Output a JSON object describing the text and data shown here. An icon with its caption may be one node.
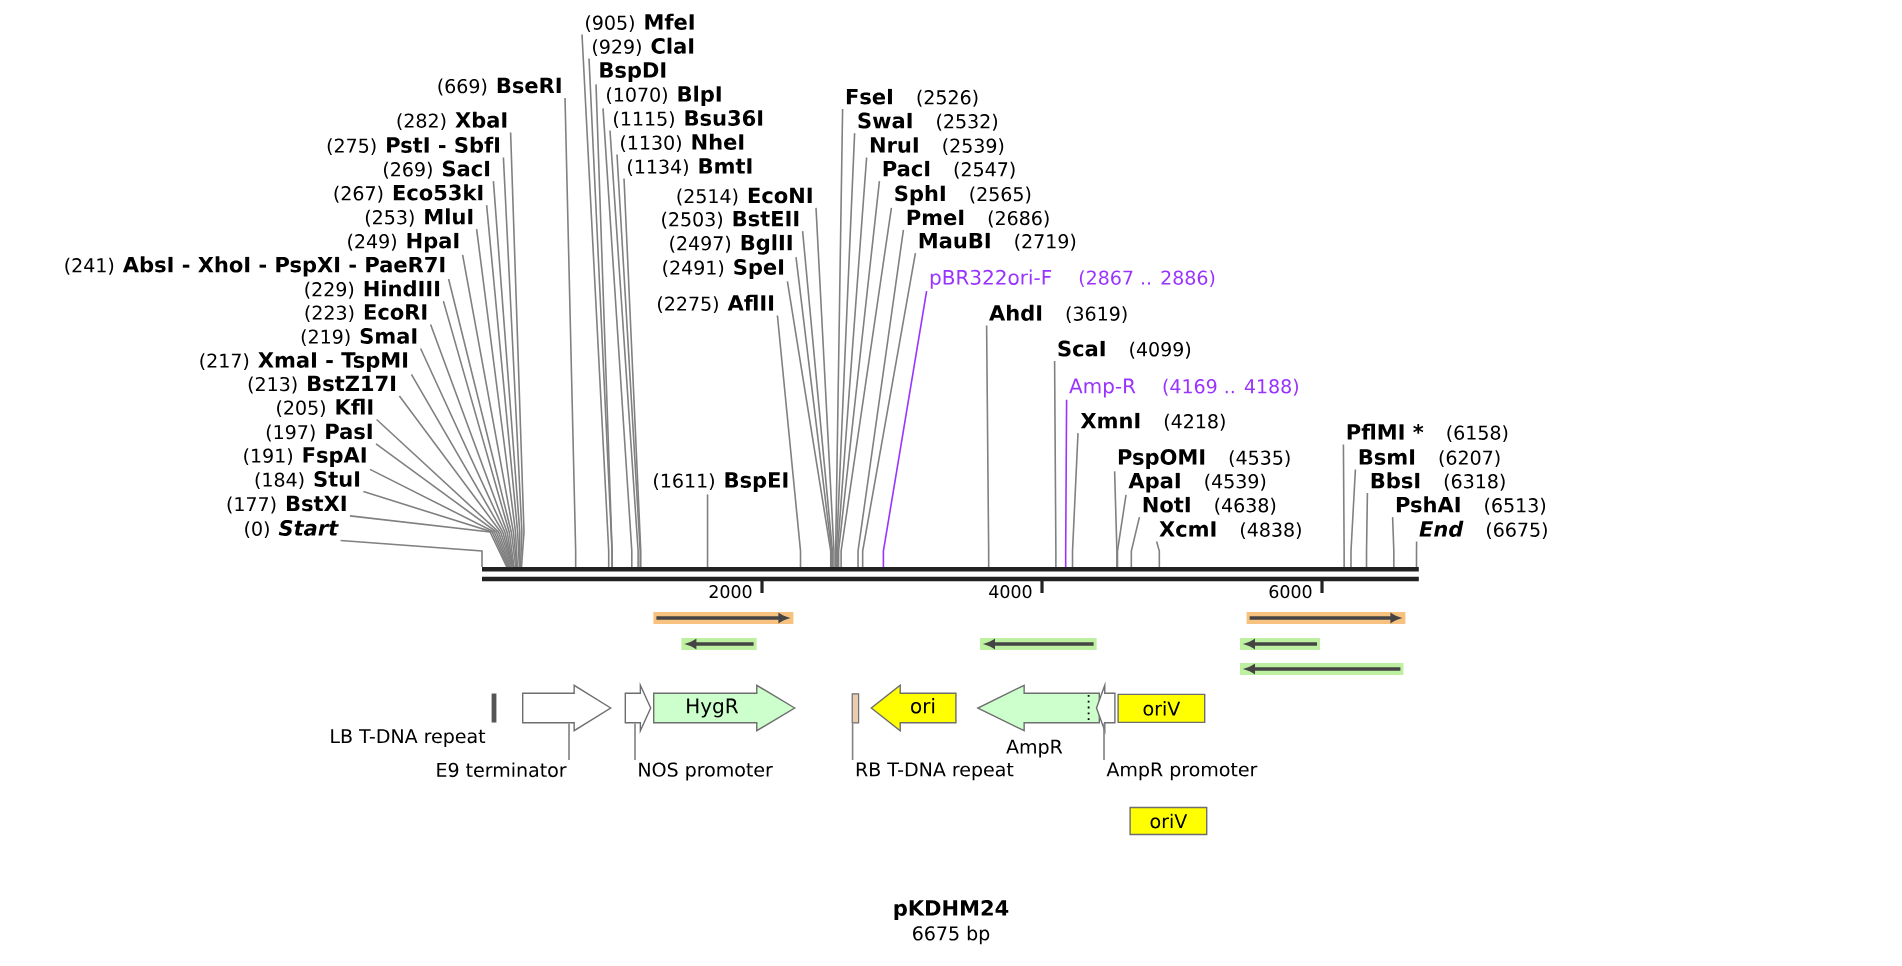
{
  "diagram": {
    "title": "pKDHM24",
    "nodes": [
      {
        "text": [
          "(669)",
          "BseRI"
        ]
      },
      {
        "text": [
          "(282)",
          "XbaI"
        ]
      },
      {
        "text": [
          "(275)",
          "PstI - SbfI"
        ]
      },
      {
        "text": [
          "(269)",
          "SacI"
        ]
      },
      {
        "text": [
          "(267)",
          "Eco53kI"
        ]
      },
      {
        "text": [
          "(253)",
          "MluI"
        ]
      },
      {
        "text": [
          "(249)",
          "HpaI"
        ]
      },
      {
        "text": [
          "(241)",
          "AbsI - XhoI - PspXI - PaeR7I"
        ]
      },
      {
        "text": [
          "(229)",
          "HindIII"
        ]
      },
      {
        "text": [
          "(223)",
          "EcoRI"
        ]
      },
      {
        "text": [
          "(219)",
          "SmaI"
        ]
      },
      {
        "text": [
          "(217)",
          "XmaI - TspMI"
        ]
      },
      {
        "text": [
          "(213)",
          "BstZ17I"
        ]
      },
      {
        "text": [
          "(205)",
          "KflI"
        ]
      },
      {
        "text": [
          "(197)",
          "PasI"
        ]
      },
      {
        "text": [
          "(191)",
          "FspAI"
        ]
      },
      {
        "text": [
          "(184)",
          "StuI"
        ]
      },
      {
        "text": [
          "(177)",
          "BstXI"
        ]
      },
      {
        "text": [
          "(0)",
          "Start"
        ]
      },
      {
        "text": [
          "(1611)",
          "BspEI"
        ]
      },
      {
        "text": [
          "(1134)",
          "BmtI"
        ]
      },
      {
        "text": [
          "(1130)",
          "NheI"
        ]
      },
      {
        "text": [
          "(1115)",
          "Bsu36I"
        ]
      },
      {
        "text": [
          "(1070)",
          "BlpI"
        ]
      },
      {
        "text": [
          "(929)",
          "ClaI"
        ]
      },
      {
        "text": [
          "BspDI"
        ]
      },
      {
        "text": [
          "(905)",
          "MfeI"
        ]
      },
      {
        "text": [
          "(2514)",
          "EcoNI"
        ]
      },
      {
        "text": [
          "(2503)",
          "BstEII"
        ]
      },
      {
        "text": [
          "(2497)",
          "BglII"
        ]
      },
      {
        "text": [
          "(2491)",
          "SpeI"
        ]
      },
      {
        "text": [
          "(2275)",
          "AflII"
        ]
      },
      {
        "text": [
          "FseI",
          "(2526)"
        ]
      },
      {
        "text": [
          "SwaI",
          "(2532)"
        ]
      },
      {
        "text": [
          "NruI",
          "(2539)"
        ]
      },
      {
        "text": [
          "PacI",
          "(2547)"
        ]
      },
      {
        "text": [
          "SphI",
          "(2565)"
        ]
      },
      {
        "text": [
          "PmeI",
          "(2686)"
        ]
      },
      {
        "text": [
          "MauBI",
          "(2719)"
        ]
      },
      {
        "text": [
          "pBR322ori-F",
          "(2867 .. 2886)"
        ]
      },
      {
        "text": [
          "AhdI",
          "(3619)"
        ]
      },
      {
        "text": [
          "ScaI",
          "(4099)"
        ]
      },
      {
        "text": [
          "Amp-R",
          "(4169 .. 4188)"
        ]
      },
      {
        "text": [
          "XmnI",
          "(4218)"
        ]
      },
      {
        "text": [
          "PspOMI",
          "(4535)"
        ]
      },
      {
        "text": [
          "ApaI",
          "(4539)"
        ]
      },
      {
        "text": [
          "NotI",
          "(4638)"
        ]
      },
      {
        "text": [
          "XcmI",
          "(4838)"
        ]
      },
      {
        "text": [
          "PflMI *",
          "(6158)"
        ]
      },
      {
        "text": [
          "BsmI",
          "(6207)"
        ]
      },
      {
        "text": [
          "BbsI",
          "(6318)"
        ]
      },
      {
        "text": [
          "PshAI",
          "(6513)"
        ]
      },
      {
        "text": [
          "End",
          "(6675)"
        ]
      },
      {
        "text": [],
        "shape": "bar"
      },
      {
        "text": [],
        "shape": "bar",
        "beside": [
          "LB T-DNA repeat"
        ]
      },
      {
        "text": [],
        "shape": "arrow"
      },
      {
        "text": [
          "E9 terminator"
        ]
      },
      {
        "text": [],
        "shape": "arrow"
      },
      {
        "text": [
          "NOS promoter"
        ]
      },
      {
        "text": [
          "HygR"
        ]
      },
      {
        "text": [],
        "shape": "bar"
      },
      {
        "text": [
          "RB T-DNA repeat"
        ]
      },
      {
        "text": [
          "ori"
        ]
      },
      {
        "text": [],
        "shape": "arrow",
        "beside": [
          "AmpR"
        ]
      },
      {
        "text": [],
        "shape": "arrow"
      },
      {
        "text": [
          "AmpR promoter"
        ]
      },
      {
        "text": [
          "oriV"
        ]
      },
      {
        "text": [
          "oriV"
        ]
      }
    ],
    "edges": [
      {
        "from": 0,
        "to": 53,
        "arrow": "none"
      },
      {
        "from": 1,
        "to": 53,
        "arrow": "none"
      },
      {
        "from": 2,
        "to": 53,
        "arrow": "none"
      },
      {
        "from": 3,
        "to": 53,
        "arrow": "none"
      },
      {
        "from": 4,
        "to": 53,
        "arrow": "none"
      },
      {
        "from": 5,
        "to": 53,
        "arrow": "none"
      },
      {
        "from": 6,
        "to": 53,
        "arrow": "none"
      },
      {
        "from": 7,
        "to": 53,
        "arrow": "none"
      },
      {
        "from": 8,
        "to": 53,
        "arrow": "none"
      },
      {
        "from": 9,
        "to": 53,
        "arrow": "none"
      },
      {
        "from": 10,
        "to": 53,
        "arrow": "none"
      },
      {
        "from": 11,
        "to": 53,
        "arrow": "none"
      },
      {
        "from": 12,
        "to": 53,
        "arrow": "none"
      },
      {
        "from": 13,
        "to": 53,
        "arrow": "none"
      },
      {
        "from": 14,
        "to": 53,
        "arrow": "none"
      },
      {
        "from": 15,
        "to": 53,
        "arrow": "none"
      },
      {
        "from": 16,
        "to": 53,
        "arrow": "none"
      },
      {
        "from": 17,
        "to": 53,
        "arrow": "none"
      },
      {
        "from": 18,
        "to": 53,
        "arrow": "none"
      },
      {
        "from": 19,
        "to": 53,
        "arrow": "none"
      },
      {
        "from": 20,
        "to": 53,
        "arrow": "none"
      },
      {
        "from": 21,
        "to": 53,
        "arrow": "none"
      },
      {
        "from": 22,
        "to": 53,
        "arrow": "none"
      },
      {
        "from": 23,
        "to": 53,
        "arrow": "none"
      },
      {
        "from": 24,
        "to": 53,
        "arrow": "none"
      },
      {
        "from": 25,
        "to": 53,
        "arrow": "none"
      },
      {
        "from": 26,
        "to": 53,
        "arrow": "none"
      },
      {
        "from": 27,
        "to": 53,
        "arrow": "none"
      },
      {
        "from": 28,
        "to": 53,
        "arrow": "none"
      },
      {
        "from": 29,
        "to": 53,
        "arrow": "none"
      },
      {
        "from": 30,
        "to": 53,
        "arrow": "none"
      },
      {
        "from": 31,
        "to": 53,
        "arrow": "none"
      },
      {
        "from": 32,
        "to": 53,
        "arrow": "none"
      },
      {
        "from": 33,
        "to": 53,
        "arrow": "none"
      },
      {
        "from": 34,
        "to": 53,
        "arrow": "none"
      },
      {
        "from": 35,
        "to": 53,
        "arrow": "none"
      },
      {
        "from": 36,
        "to": 53,
        "arrow": "none"
      },
      {
        "from": 37,
        "to": 53,
        "arrow": "none"
      },
      {
        "from": 38,
        "to": 53,
        "arrow": "none"
      },
      {
        "from": 39,
        "to": 53,
        "arrow": "none",
        "color": "#9933ff"
      },
      {
        "from": 40,
        "to": 53,
        "arrow": "none"
      },
      {
        "from": 41,
        "to": 53,
        "arrow": "none"
      },
      {
        "from": 42,
        "to": 53,
        "arrow": "none",
        "color": "#9933ff"
      },
      {
        "from": 43,
        "to": 53,
        "arrow": "none"
      },
      {
        "from": 44,
        "to": 53,
        "arrow": "none"
      },
      {
        "from": 45,
        "to": 53,
        "arrow": "none"
      },
      {
        "from": 46,
        "to": 53,
        "arrow": "none"
      },
      {
        "from": 47,
        "to": 53,
        "arrow": "none"
      },
      {
        "from": 48,
        "to": 53,
        "arrow": "none"
      },
      {
        "from": 49,
        "to": 53,
        "arrow": "none"
      },
      {
        "from": 50,
        "to": 53,
        "arrow": "none"
      },
      {
        "from": 51,
        "to": 53,
        "arrow": "none"
      },
      {
        "from": 52,
        "to": 53,
        "arrow": "none"
      },
      {
        "from": 56,
        "to": 55,
        "arrow": "none"
      },
      {
        "from": 58,
        "to": 57,
        "arrow": "none"
      },
      {
        "from": 61,
        "to": 60,
        "arrow": "none"
      },
      {
        "from": 65,
        "to": 64,
        "arrow": "none"
      }
    ],
    "labels": [
      "2000",
      "4000",
      "6000",
      "6675 bp"
    ]
  }
}
